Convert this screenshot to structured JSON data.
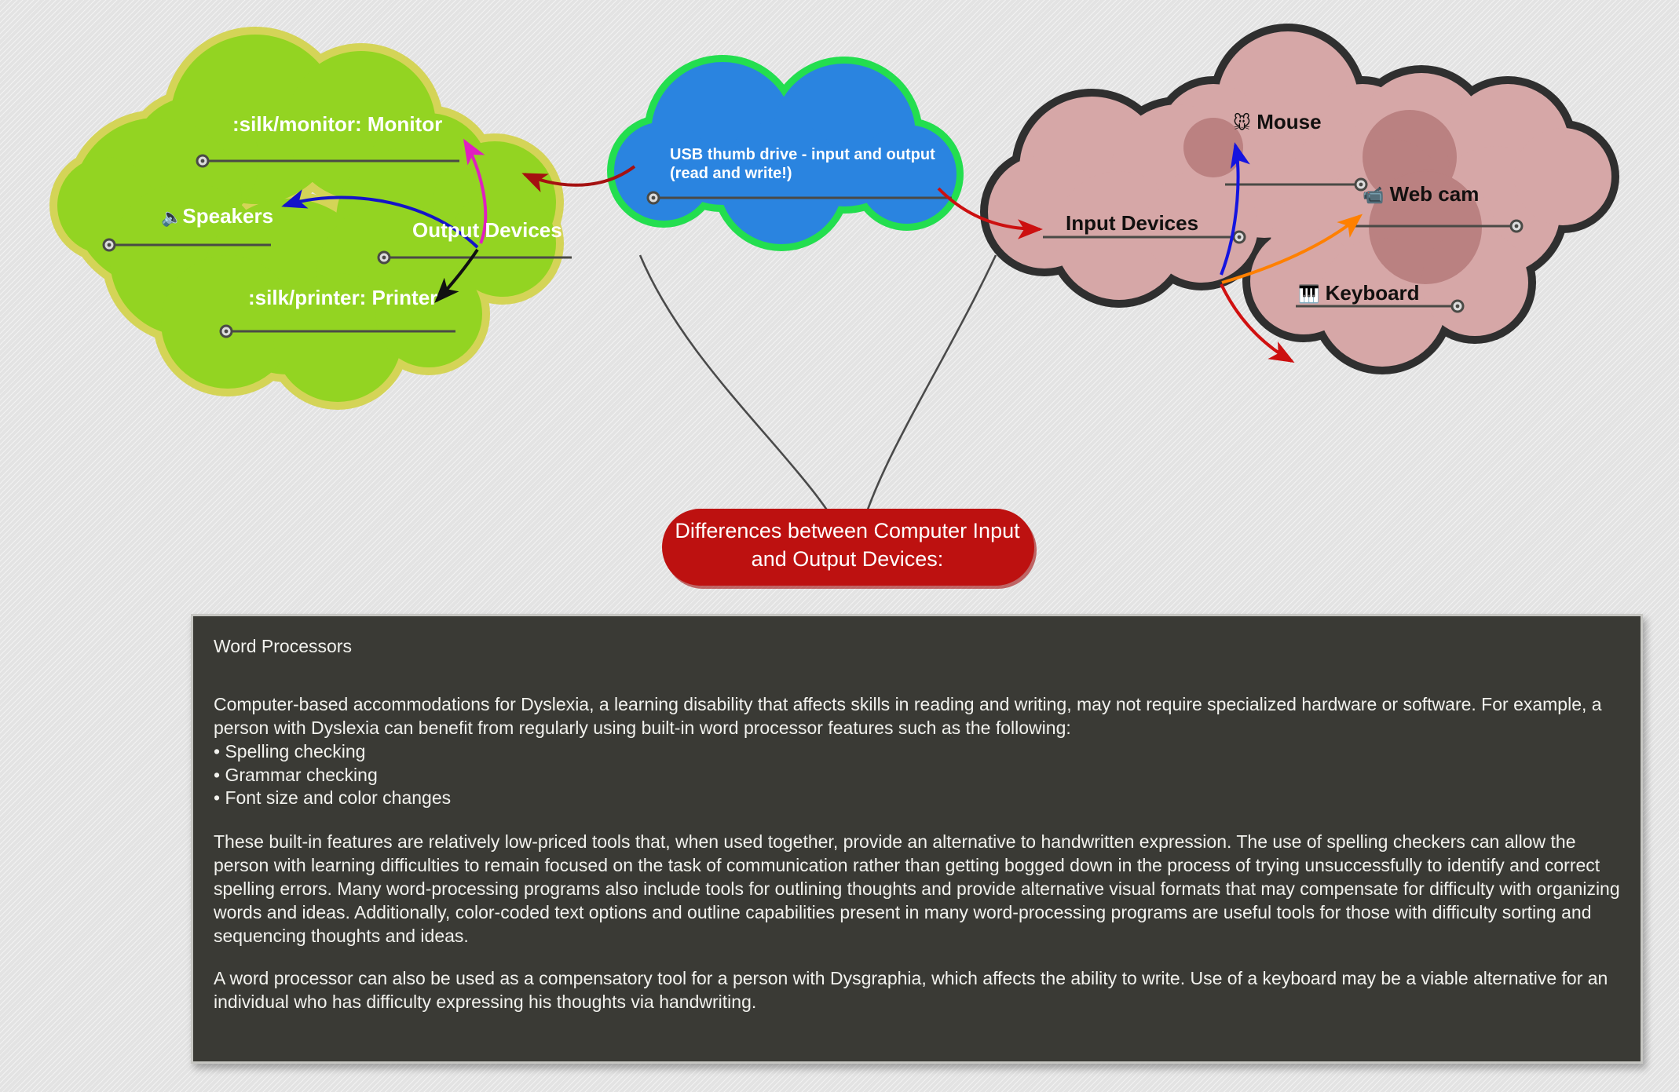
{
  "canvas": {
    "background_color": "#e3e3e3"
  },
  "root_node": {
    "label_line1": "Differences between Computer Input",
    "label_line2": "and Output Devices:",
    "fill_color": "#bd1110",
    "text_color": "#ffffff"
  },
  "branches": [
    {
      "id": "output-devices",
      "label": "Output Devices",
      "cloud_fill": "#93d422",
      "cloud_stroke": "#d4d457",
      "text_color": "#ffffff",
      "children": [
        {
          "id": "monitor",
          "label": ":silk/monitor: Monitor",
          "icon": "",
          "icon_name": "monitor-icon"
        },
        {
          "id": "speakers",
          "label": "Speakers",
          "icon": "🔈",
          "icon_name": "speaker-icon"
        },
        {
          "id": "printer",
          "label": ":silk/printer: Printer",
          "icon": "",
          "icon_name": "printer-icon"
        }
      ]
    },
    {
      "id": "input-devices",
      "label": "Input Devices",
      "cloud_fill": "#d6a7a7",
      "cloud_stroke": "#2f2f2f",
      "text_color": "#12100f",
      "children": [
        {
          "id": "mouse",
          "label": "Mouse",
          "icon": "🐭",
          "icon_name": "mouse-icon"
        },
        {
          "id": "webcam",
          "label": "Web cam",
          "icon": "📹",
          "icon_name": "video-camera-icon"
        },
        {
          "id": "keyboard",
          "label": "Keyboard",
          "icon": "🎹",
          "icon_name": "piano-keyboard-icon"
        }
      ]
    }
  ],
  "floating_note": {
    "id": "usb-thumb-drive",
    "label_line1": "USB thumb drive - input and output",
    "label_line2": "(read and write!)",
    "cloud_fill": "#2a84e0",
    "cloud_stroke": "#23de4f",
    "text_color": "#ffffff"
  },
  "connector_colors": {
    "usb_to_output": "#a51111",
    "usb_to_input": "#cc1010",
    "output_to_monitor": "#e01fc0",
    "output_to_speakers": "#1414c8",
    "output_to_printer": "#111111",
    "input_to_mouse": "#1414e0",
    "input_to_webcam": "#ff8000",
    "input_to_keyboard": "#d01010",
    "root_branch": "#4a4a4a"
  },
  "notes_panel": {
    "background_color": "#3a3a35",
    "border_color": "#c6c6c2",
    "text_color": "#f2f2ee",
    "title": "Word Processors",
    "paragraph_1": "Computer-based accommodations for Dyslexia, a learning disability that affects skills in reading and writing, may not require specialized hardware or software. For example, a person with Dyslexia can benefit from regularly using built-in word processor features such as the following:",
    "bullets": [
      "Spelling checking",
      "Grammar checking",
      "Font size and color changes"
    ],
    "paragraph_2": "These built-in features are relatively low-priced tools that, when used together, provide an alternative to handwritten expression. The use of spelling checkers can allow the person with learning difficulties to remain focused on the task of communication rather than getting bogged down in the process of trying unsuccessfully to identify and correct spelling errors. Many word-processing programs also include tools for outlining thoughts and provide alternative visual formats that may compensate for difficulty with organizing words and ideas. Additionally, color-coded text options and outline capabilities present in many word-processing programs are useful tools for those with difficulty sorting and sequencing thoughts and ideas.",
    "paragraph_3": "A word processor can also be used as a compensatory tool for a person with Dysgraphia, which affects the ability to write. Use of a keyboard may be a viable alternative for an individual who has difficulty expressing his thoughts via handwriting."
  }
}
